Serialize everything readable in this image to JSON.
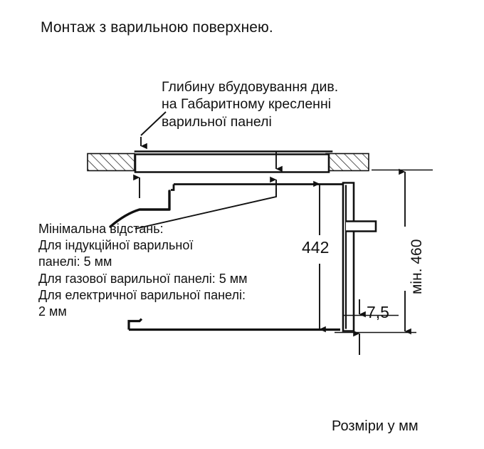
{
  "page": {
    "title": "Монтаж з варильною поверхнею.",
    "footer_note": "Розміри у мм",
    "background_color": "#ffffff",
    "line_color": "#111111"
  },
  "annotations": {
    "hob_depth_note": "Глибину вбудовування див.\nна Габаритному кресленні\nварильної панелі",
    "min_distance_note": "Мінімальна відстань:\nДля індукційної варильної\nпанелі: 5 мм\nДля газової варильної панелі: 5 мм\nДля електричної варильної панелі:\n2 мм",
    "hob_depth_lines": [
      "Глибину вбудовування див.",
      "на Габаритному кресленні",
      "варильної панелі"
    ],
    "min_distance_lines": [
      "Мінімальна відстань:",
      "Для індукційної варильної",
      "панелі: 5 мм",
      "Для газової варильної панелі: 5 мм",
      "Для електричної варильної панелі:",
      "2 мм"
    ]
  },
  "dimensions": {
    "oven_height": "442",
    "bottom_gap": "7,5",
    "niche_height": "мін. 460",
    "unit": "мм"
  }
}
